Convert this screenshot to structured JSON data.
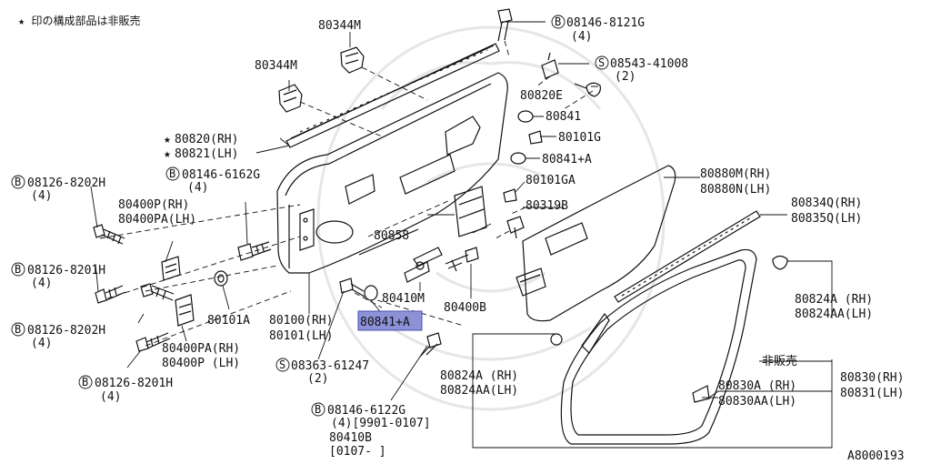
{
  "note": "★ 印の構成部品は非販売",
  "diagram_id": "A8000193",
  "labels": {
    "p80344M_top": "80344M",
    "p80344M_left": "80344M",
    "b08146_8121G": "08146-8121G",
    "b08146_8121G_qty": "(4)",
    "s08543_41008": "08543-41008",
    "s08543_41008_qty": "(2)",
    "p80820E": "80820E",
    "p80841_a": "80841",
    "p80101G": "80101G",
    "p80841A_b": "80841+A",
    "p80820RH": "80820(RH)",
    "p80821LH": "80821(LH)",
    "b08126_8202H_a": "08126-8202H",
    "b08126_8202H_a_qty": "(4)",
    "b08146_6162G": "08146-6162G",
    "b08146_6162G_qty": "(4)",
    "p80101GA": "80101GA",
    "p80319B": "80319B",
    "p80880M": "80880M(RH)",
    "p80880N": "80880N(LH)",
    "p80834Q": "80834Q(RH)",
    "p80835Q": "80835Q(LH)",
    "p80400P_rh": "80400P(RH)",
    "p80400PA_lh": "80400PA(LH)",
    "p80858": "80858",
    "b08126_8201H_a": "08126-8201H",
    "b08126_8201H_a_qty": "(4)",
    "p80410M": "80410M",
    "p80400B": "80400B",
    "p80841A_hl": "80841+A",
    "b08126_8202H_b": "08126-8202H",
    "b08126_8202H_b_qty": "(4)",
    "p80101A": "80101A",
    "p80100RH": "80100(RH)",
    "p80101LH": "80101(LH)",
    "p80824A_r1": "80824A (RH)",
    "p80824AA_r1": "80824AA(LH)",
    "p80400PA_rh": "80400PA(RH)",
    "p80400P_lh": "80400P (LH)",
    "s08363_61247": "08363-61247",
    "s08363_61247_qty": "(2)",
    "hibaihin": "非販売",
    "b08126_8201H_b": "08126-8201H",
    "b08126_8201H_b_qty": "(4)",
    "p80824A_c": "80824A (RH)",
    "p80824AA_c": "80824AA(LH)",
    "p80830A": "80830A (RH)",
    "p80830AA": "80830AA(LH)",
    "p80830RH": "80830(RH)",
    "p80831LH": "80831(LH)",
    "b08146_6122G": "08146-6122G",
    "b08146_6122G_qty": "(4)[9901-0107]",
    "p80410B": "80410B",
    "p80410B_range": "[0107-      ]"
  },
  "symbols": {
    "bolt": "B",
    "screw": "S",
    "star": "★"
  }
}
